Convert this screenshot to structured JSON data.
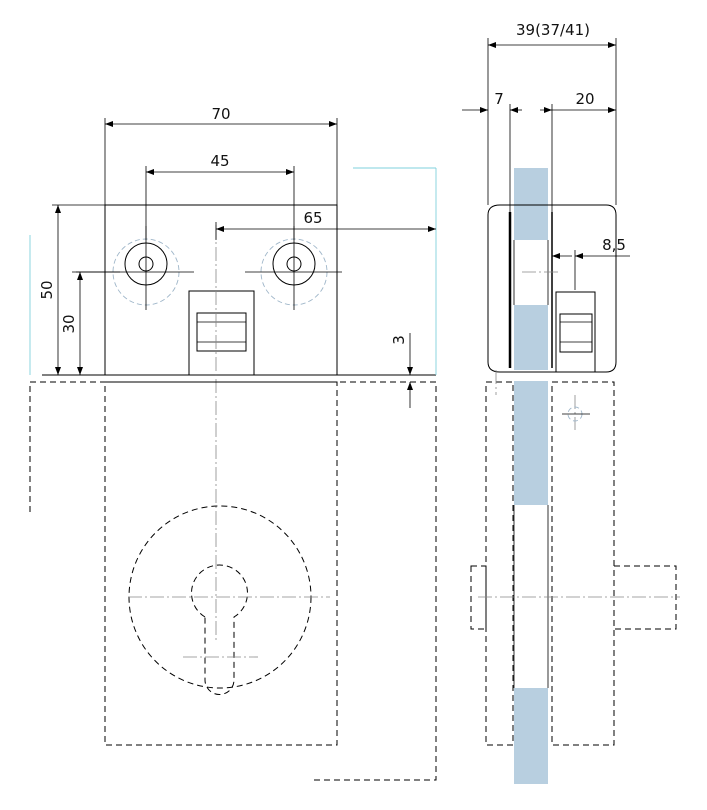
{
  "dimensions": {
    "front_width": "70",
    "hole_spacing": "45",
    "offset": "65",
    "height_total": "50",
    "height_hole": "30",
    "gap": "3",
    "side_width": "39(37/41)",
    "side_left": "7",
    "side_right": "20",
    "side_small": "8,5"
  },
  "colors": {
    "line": "#000000",
    "glass": "#b8cfe0",
    "ghost_circle": "#9fb6c9",
    "guide": "#7fd0dc"
  }
}
